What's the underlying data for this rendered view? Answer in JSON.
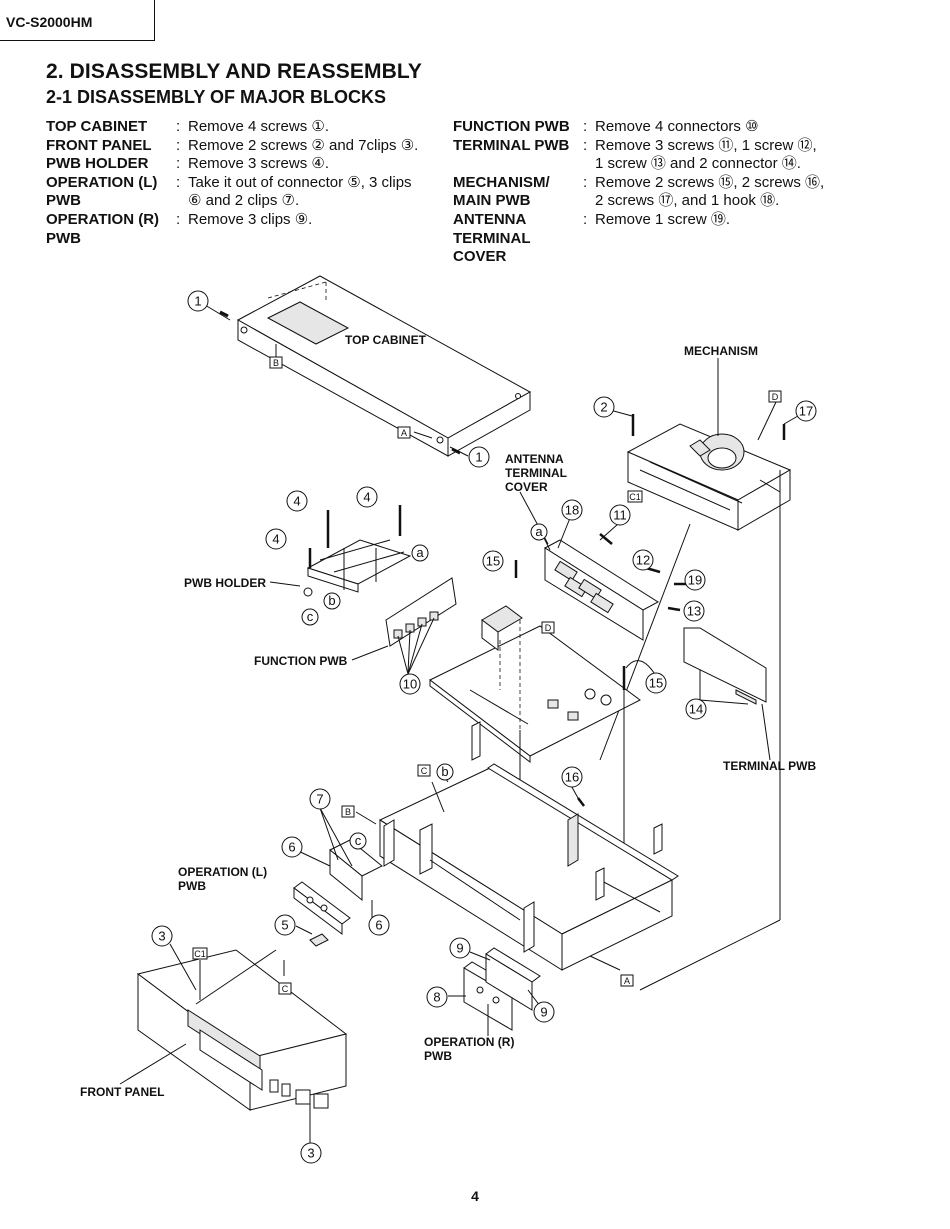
{
  "header": {
    "model": "VC-S2000HM"
  },
  "section": {
    "title": "2. DISASSEMBLY AND REASSEMBLY",
    "subtitle": "2-1  DISASSEMBLY OF MAJOR BLOCKS"
  },
  "steps_left": [
    {
      "term": "TOP CABINET",
      "colon": ":",
      "desc": "Remove 4 screws ①."
    },
    {
      "term": "FRONT PANEL",
      "colon": ":",
      "desc": "Remove 2 screws ② and 7clips ③."
    },
    {
      "term": "PWB HOLDER",
      "colon": ":",
      "desc": "Remove 3 screws ④."
    },
    {
      "term": "OPERATION (L)",
      "colon": ":",
      "desc": "Take it out of connector ⑤, 3 clips"
    },
    {
      "term": "PWB",
      "colon": "",
      "desc": "⑥ and 2 clips ⑦."
    },
    {
      "term": "OPERATION (R)",
      "colon": ":",
      "desc": "Remove 3 clips ⑨."
    },
    {
      "term": "PWB",
      "colon": "",
      "desc": ""
    }
  ],
  "steps_right": [
    {
      "term": "FUNCTION PWB",
      "colon": ":",
      "desc": "Remove 4 connectors ⑩"
    },
    {
      "term": "TERMINAL PWB",
      "colon": ":",
      "desc": "Remove 3 screws ⑪, 1 screw ⑫,"
    },
    {
      "term": "",
      "colon": "",
      "desc": "1 screw ⑬ and 2 connector ⑭."
    },
    {
      "term": "MECHANISM/",
      "colon": ":",
      "desc": "Remove 2 screws ⑮, 2 screws ⑯,"
    },
    {
      "term": "MAIN PWB",
      "colon": "",
      "desc": "2 screws ⑰, and 1 hook ⑱."
    },
    {
      "term": "ANTENNA",
      "colon": ":",
      "desc": "Remove 1 screw ⑲."
    },
    {
      "term": "TERMINAL",
      "colon": "",
      "desc": ""
    },
    {
      "term": "COVER",
      "colon": "",
      "desc": ""
    }
  ],
  "diagram": {
    "labels": {
      "top_cabinet": "TOP CABINET",
      "mechanism": "MECHANISM",
      "antenna_1": "ANTENNA",
      "antenna_2": "TERMINAL",
      "antenna_3": "COVER",
      "pwb_holder": "PWB HOLDER",
      "function_pwb": "FUNCTION PWB",
      "terminal_pwb": "TERMINAL PWB",
      "operation_l_1": "OPERATION (L)",
      "operation_l_2": "PWB",
      "operation_r_1": "OPERATION (R)",
      "operation_r_2": "PWB",
      "front_panel": "FRONT PANEL"
    },
    "callouts": {
      "c1a": "1",
      "c1b": "1",
      "c2": "2",
      "c17": "17",
      "c4a": "4",
      "c4b": "4",
      "c4c": "4",
      "c18": "18",
      "c11": "11",
      "c12": "12",
      "c19": "19",
      "c13": "13",
      "c15a": "15",
      "c15b": "15",
      "c10": "10",
      "c14": "14",
      "c16": "16",
      "c7": "7",
      "c6a": "6",
      "c6b": "6",
      "c5": "5",
      "c3a": "3",
      "c3b": "3",
      "c9a": "9",
      "c9b": "9",
      "c8": "8"
    },
    "letters": {
      "a1": "a",
      "a2": "a",
      "b1": "b",
      "b2": "b",
      "c1": "c",
      "c2": "c"
    },
    "boxes": {
      "B1": "B",
      "B2": "B",
      "A1": "A",
      "A2": "A",
      "D1": "D",
      "D2": "D",
      "C1a": "C1",
      "C1b": "C1",
      "C2": "C",
      "C3": "C"
    }
  },
  "footer": {
    "page_number": "4"
  }
}
